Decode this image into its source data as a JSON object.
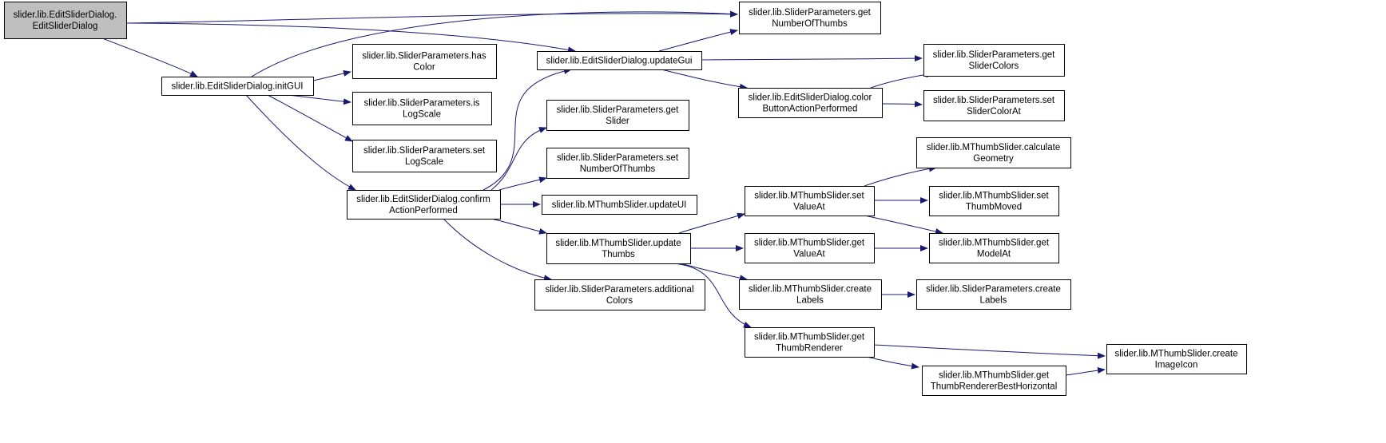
{
  "colors": {
    "root_fill": "#bfbfbf",
    "node_fill": "#ffffff",
    "node_stroke": "#000000",
    "edge": "#191970"
  },
  "nodes": [
    {
      "id": "n_root",
      "lines": [
        "slider.lib.EditSliderDialog.",
        "EditSliderDialog"
      ],
      "root": true
    },
    {
      "id": "n_initgui",
      "lines": [
        "slider.lib.EditSliderDialog.initGUI"
      ]
    },
    {
      "id": "n_hascolor",
      "lines": [
        "slider.lib.SliderParameters.has",
        "Color"
      ]
    },
    {
      "id": "n_islogscale",
      "lines": [
        "slider.lib.SliderParameters.is",
        "LogScale"
      ]
    },
    {
      "id": "n_setlogscale",
      "lines": [
        "slider.lib.SliderParameters.set",
        "LogScale"
      ]
    },
    {
      "id": "n_confirm",
      "lines": [
        "slider.lib.EditSliderDialog.confirm",
        "ActionPerformed"
      ]
    },
    {
      "id": "n_updategui",
      "lines": [
        "slider.lib.EditSliderDialog.updateGui"
      ]
    },
    {
      "id": "n_getslider",
      "lines": [
        "slider.lib.SliderParameters.get",
        "Slider"
      ]
    },
    {
      "id": "n_setnumthumbs",
      "lines": [
        "slider.lib.SliderParameters.set",
        "NumberOfThumbs"
      ]
    },
    {
      "id": "n_updateui",
      "lines": [
        "slider.lib.MThumbSlider.updateUI"
      ]
    },
    {
      "id": "n_updatethumbs",
      "lines": [
        "slider.lib.MThumbSlider.update",
        "Thumbs"
      ]
    },
    {
      "id": "n_addcolors",
      "lines": [
        "slider.lib.SliderParameters.additional",
        "Colors"
      ]
    },
    {
      "id": "n_getnumthumbs",
      "lines": [
        "slider.lib.SliderParameters.get",
        "NumberOfThumbs"
      ]
    },
    {
      "id": "n_colorbtn",
      "lines": [
        "slider.lib.EditSliderDialog.color",
        "ButtonActionPerformed"
      ]
    },
    {
      "id": "n_setvalueat",
      "lines": [
        "slider.lib.MThumbSlider.set",
        "ValueAt"
      ]
    },
    {
      "id": "n_getvalueat",
      "lines": [
        "slider.lib.MThumbSlider.get",
        "ValueAt"
      ]
    },
    {
      "id": "n_mcreatelabels",
      "lines": [
        "slider.lib.MThumbSlider.create",
        "Labels"
      ]
    },
    {
      "id": "n_getthumbrenderer",
      "lines": [
        "slider.lib.MThumbSlider.get",
        "ThumbRenderer"
      ]
    },
    {
      "id": "n_getslidercolors",
      "lines": [
        "slider.lib.SliderParameters.get",
        "SliderColors"
      ]
    },
    {
      "id": "n_setslidercolorat",
      "lines": [
        "slider.lib.SliderParameters.set",
        "SliderColorAt"
      ]
    },
    {
      "id": "n_calcgeom",
      "lines": [
        "slider.lib.MThumbSlider.calculate",
        "Geometry"
      ]
    },
    {
      "id": "n_setthumbmoved",
      "lines": [
        "slider.lib.MThumbSlider.set",
        "ThumbMoved"
      ]
    },
    {
      "id": "n_getmodelat",
      "lines": [
        "slider.lib.MThumbSlider.get",
        "ModelAt"
      ]
    },
    {
      "id": "n_pcreatelabels",
      "lines": [
        "slider.lib.SliderParameters.create",
        "Labels"
      ]
    },
    {
      "id": "n_getrendererbest",
      "lines": [
        "slider.lib.MThumbSlider.get",
        "ThumbRendererBestHorizontal"
      ]
    },
    {
      "id": "n_createimageicon",
      "lines": [
        "slider.lib.MThumbSlider.create",
        "ImageIcon"
      ]
    }
  ],
  "edges": [
    {
      "from": "n_root",
      "to": "n_initgui"
    },
    {
      "from": "n_root",
      "to": "n_getnumthumbs"
    },
    {
      "from": "n_root",
      "to": "n_updategui"
    },
    {
      "from": "n_initgui",
      "to": "n_getnumthumbs"
    },
    {
      "from": "n_initgui",
      "to": "n_hascolor"
    },
    {
      "from": "n_initgui",
      "to": "n_islogscale"
    },
    {
      "from": "n_initgui",
      "to": "n_setlogscale"
    },
    {
      "from": "n_initgui",
      "to": "n_confirm"
    },
    {
      "from": "n_confirm",
      "to": "n_updategui"
    },
    {
      "from": "n_confirm",
      "to": "n_getslider"
    },
    {
      "from": "n_confirm",
      "to": "n_setnumthumbs"
    },
    {
      "from": "n_confirm",
      "to": "n_updateui"
    },
    {
      "from": "n_confirm",
      "to": "n_updatethumbs"
    },
    {
      "from": "n_confirm",
      "to": "n_addcolors"
    },
    {
      "from": "n_updategui",
      "to": "n_getnumthumbs"
    },
    {
      "from": "n_updategui",
      "to": "n_getslidercolors"
    },
    {
      "from": "n_updategui",
      "to": "n_colorbtn"
    },
    {
      "from": "n_colorbtn",
      "to": "n_getslidercolors"
    },
    {
      "from": "n_colorbtn",
      "to": "n_setslidercolorat"
    },
    {
      "from": "n_updatethumbs",
      "to": "n_setvalueat"
    },
    {
      "from": "n_updatethumbs",
      "to": "n_getvalueat"
    },
    {
      "from": "n_updatethumbs",
      "to": "n_mcreatelabels"
    },
    {
      "from": "n_updatethumbs",
      "to": "n_getthumbrenderer"
    },
    {
      "from": "n_setvalueat",
      "to": "n_calcgeom"
    },
    {
      "from": "n_setvalueat",
      "to": "n_setthumbmoved"
    },
    {
      "from": "n_setvalueat",
      "to": "n_getmodelat"
    },
    {
      "from": "n_getvalueat",
      "to": "n_getmodelat"
    },
    {
      "from": "n_mcreatelabels",
      "to": "n_pcreatelabels"
    },
    {
      "from": "n_getthumbrenderer",
      "to": "n_createimageicon"
    },
    {
      "from": "n_getthumbrenderer",
      "to": "n_getrendererbest"
    },
    {
      "from": "n_getrendererbest",
      "to": "n_createimageicon"
    }
  ]
}
